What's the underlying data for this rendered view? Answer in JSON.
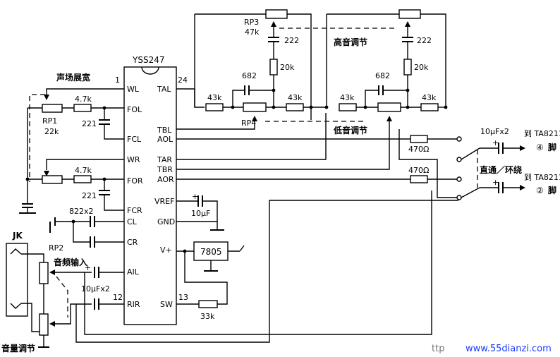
{
  "ic": {
    "part": "YSS247",
    "pins_left": [
      "WL",
      "FOL",
      "FCL",
      "WR",
      "FOR",
      "FCR",
      "CL",
      "CR",
      "AIL",
      "RIR"
    ],
    "pins_right": [
      "TAL",
      "TBL",
      "AOL",
      "TAR",
      "TBR",
      "AOR",
      "VREF",
      "GND",
      "V+",
      "SW"
    ],
    "pin_numbers": {
      "wl": "1",
      "tal": "24",
      "rir": "12",
      "sw": "13"
    }
  },
  "labels": {
    "stereo_widen": "声场展宽",
    "treble_adjust": "高音调节",
    "bass_adjust": "低音调节",
    "audio_input": "音频输入",
    "volume_adjust": "音量调节",
    "direct_surround": "直通／环绕",
    "jack": "JK"
  },
  "components": {
    "rp1_name": "RP1",
    "rp1_value": "22k",
    "rp2_name": "RP2",
    "rp3_name": "RP3",
    "rp3_value": "47k",
    "rp4_name": "RP4",
    "r_47k_top": "4.7k",
    "r_47k_bottom": "4.7k",
    "c_221_top": "221",
    "c_221_bottom": "221",
    "c_822": "822x2",
    "c_10uf_in": "10μFx2",
    "c_682_l": "682",
    "c_682_r": "682",
    "c_222_l": "222",
    "c_222_r": "222",
    "r_20k_l": "20k",
    "r_20k_r": "20k",
    "r_43k_1": "43k",
    "r_43k_2": "43k",
    "r_43k_3": "43k",
    "r_43k_4": "43k",
    "r_470_top": "470Ω",
    "r_470_bot": "470Ω",
    "c_10uf_out": "10μFx2",
    "c_10uf_vref": "10μF",
    "regulator": "7805",
    "r_33k": "33k"
  },
  "outputs": {
    "to_top": "到 TA8211",
    "pin_top": "④",
    "suffix_top": "脚",
    "to_bot": "到 TA8211",
    "pin_bot": "②",
    "suffix_bot": "脚"
  },
  "polarity": {
    "plus_in": "+",
    "plus_vref": "+",
    "plus_out1": "+",
    "plus_out2": "+"
  },
  "watermark": {
    "prefix": "ttp",
    "site": "www.55dianzi.com"
  }
}
